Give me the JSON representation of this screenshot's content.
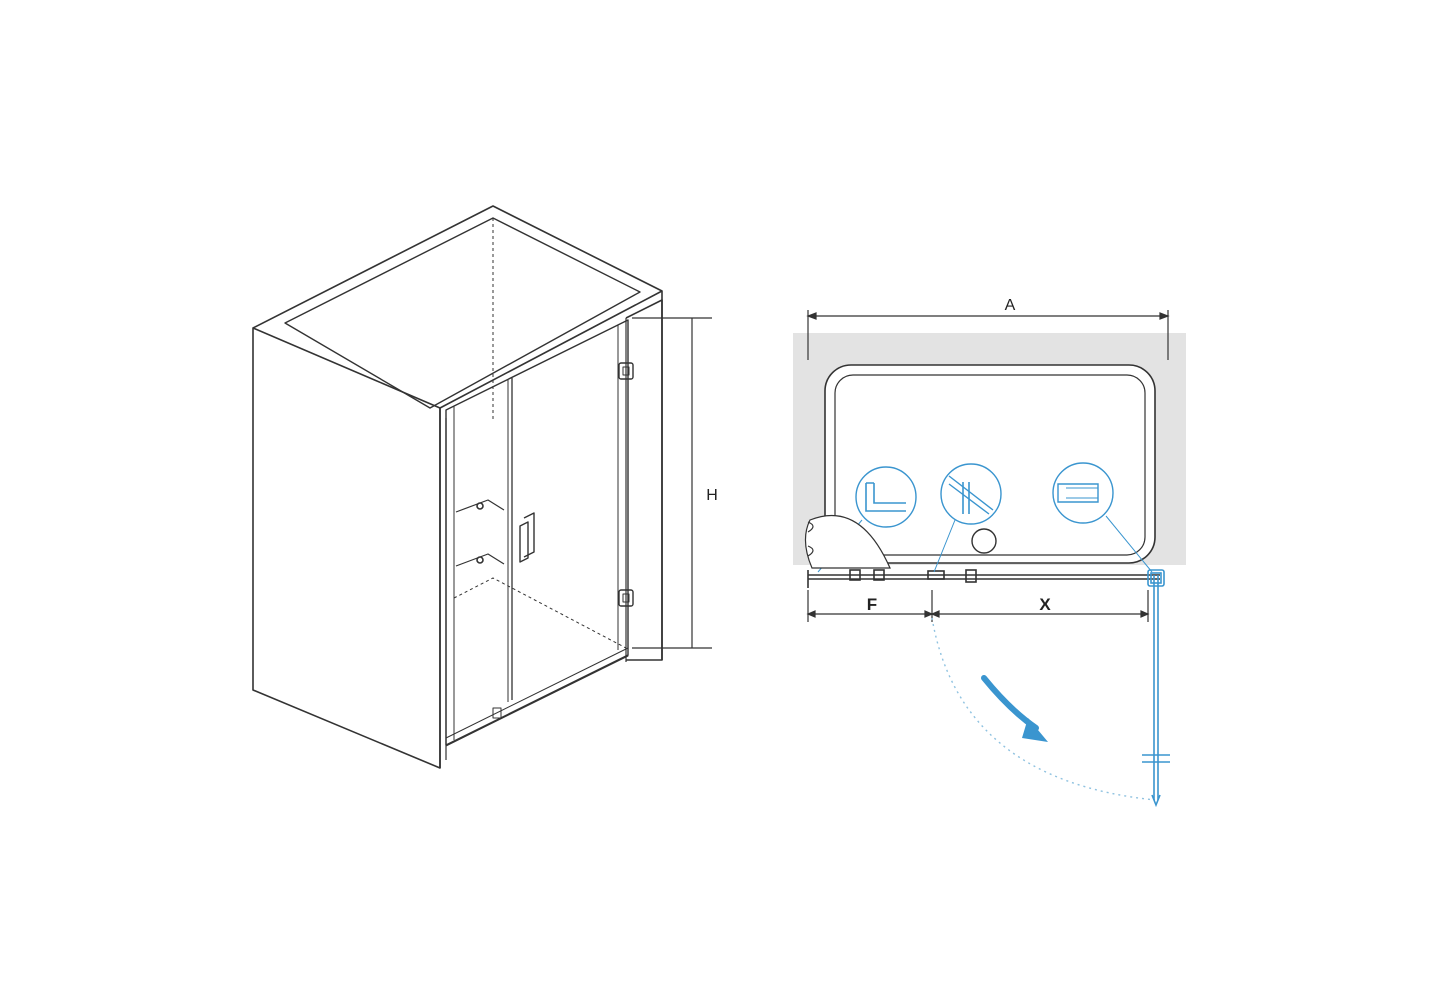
{
  "diagram": {
    "type": "shower-door-technical-drawing",
    "views": [
      "isometric",
      "plan"
    ],
    "labels": {
      "height": "H",
      "width": "A",
      "fixed_panel": "F",
      "door_opening": "X"
    },
    "colors": {
      "line": "#333333",
      "wall_fill": "#e3e3e3",
      "accent": "#3a95cf"
    },
    "icons": [
      "u-channel-detail-icon",
      "hinge-detail-icon",
      "handle-detail-icon",
      "swing-arrow-icon"
    ]
  }
}
